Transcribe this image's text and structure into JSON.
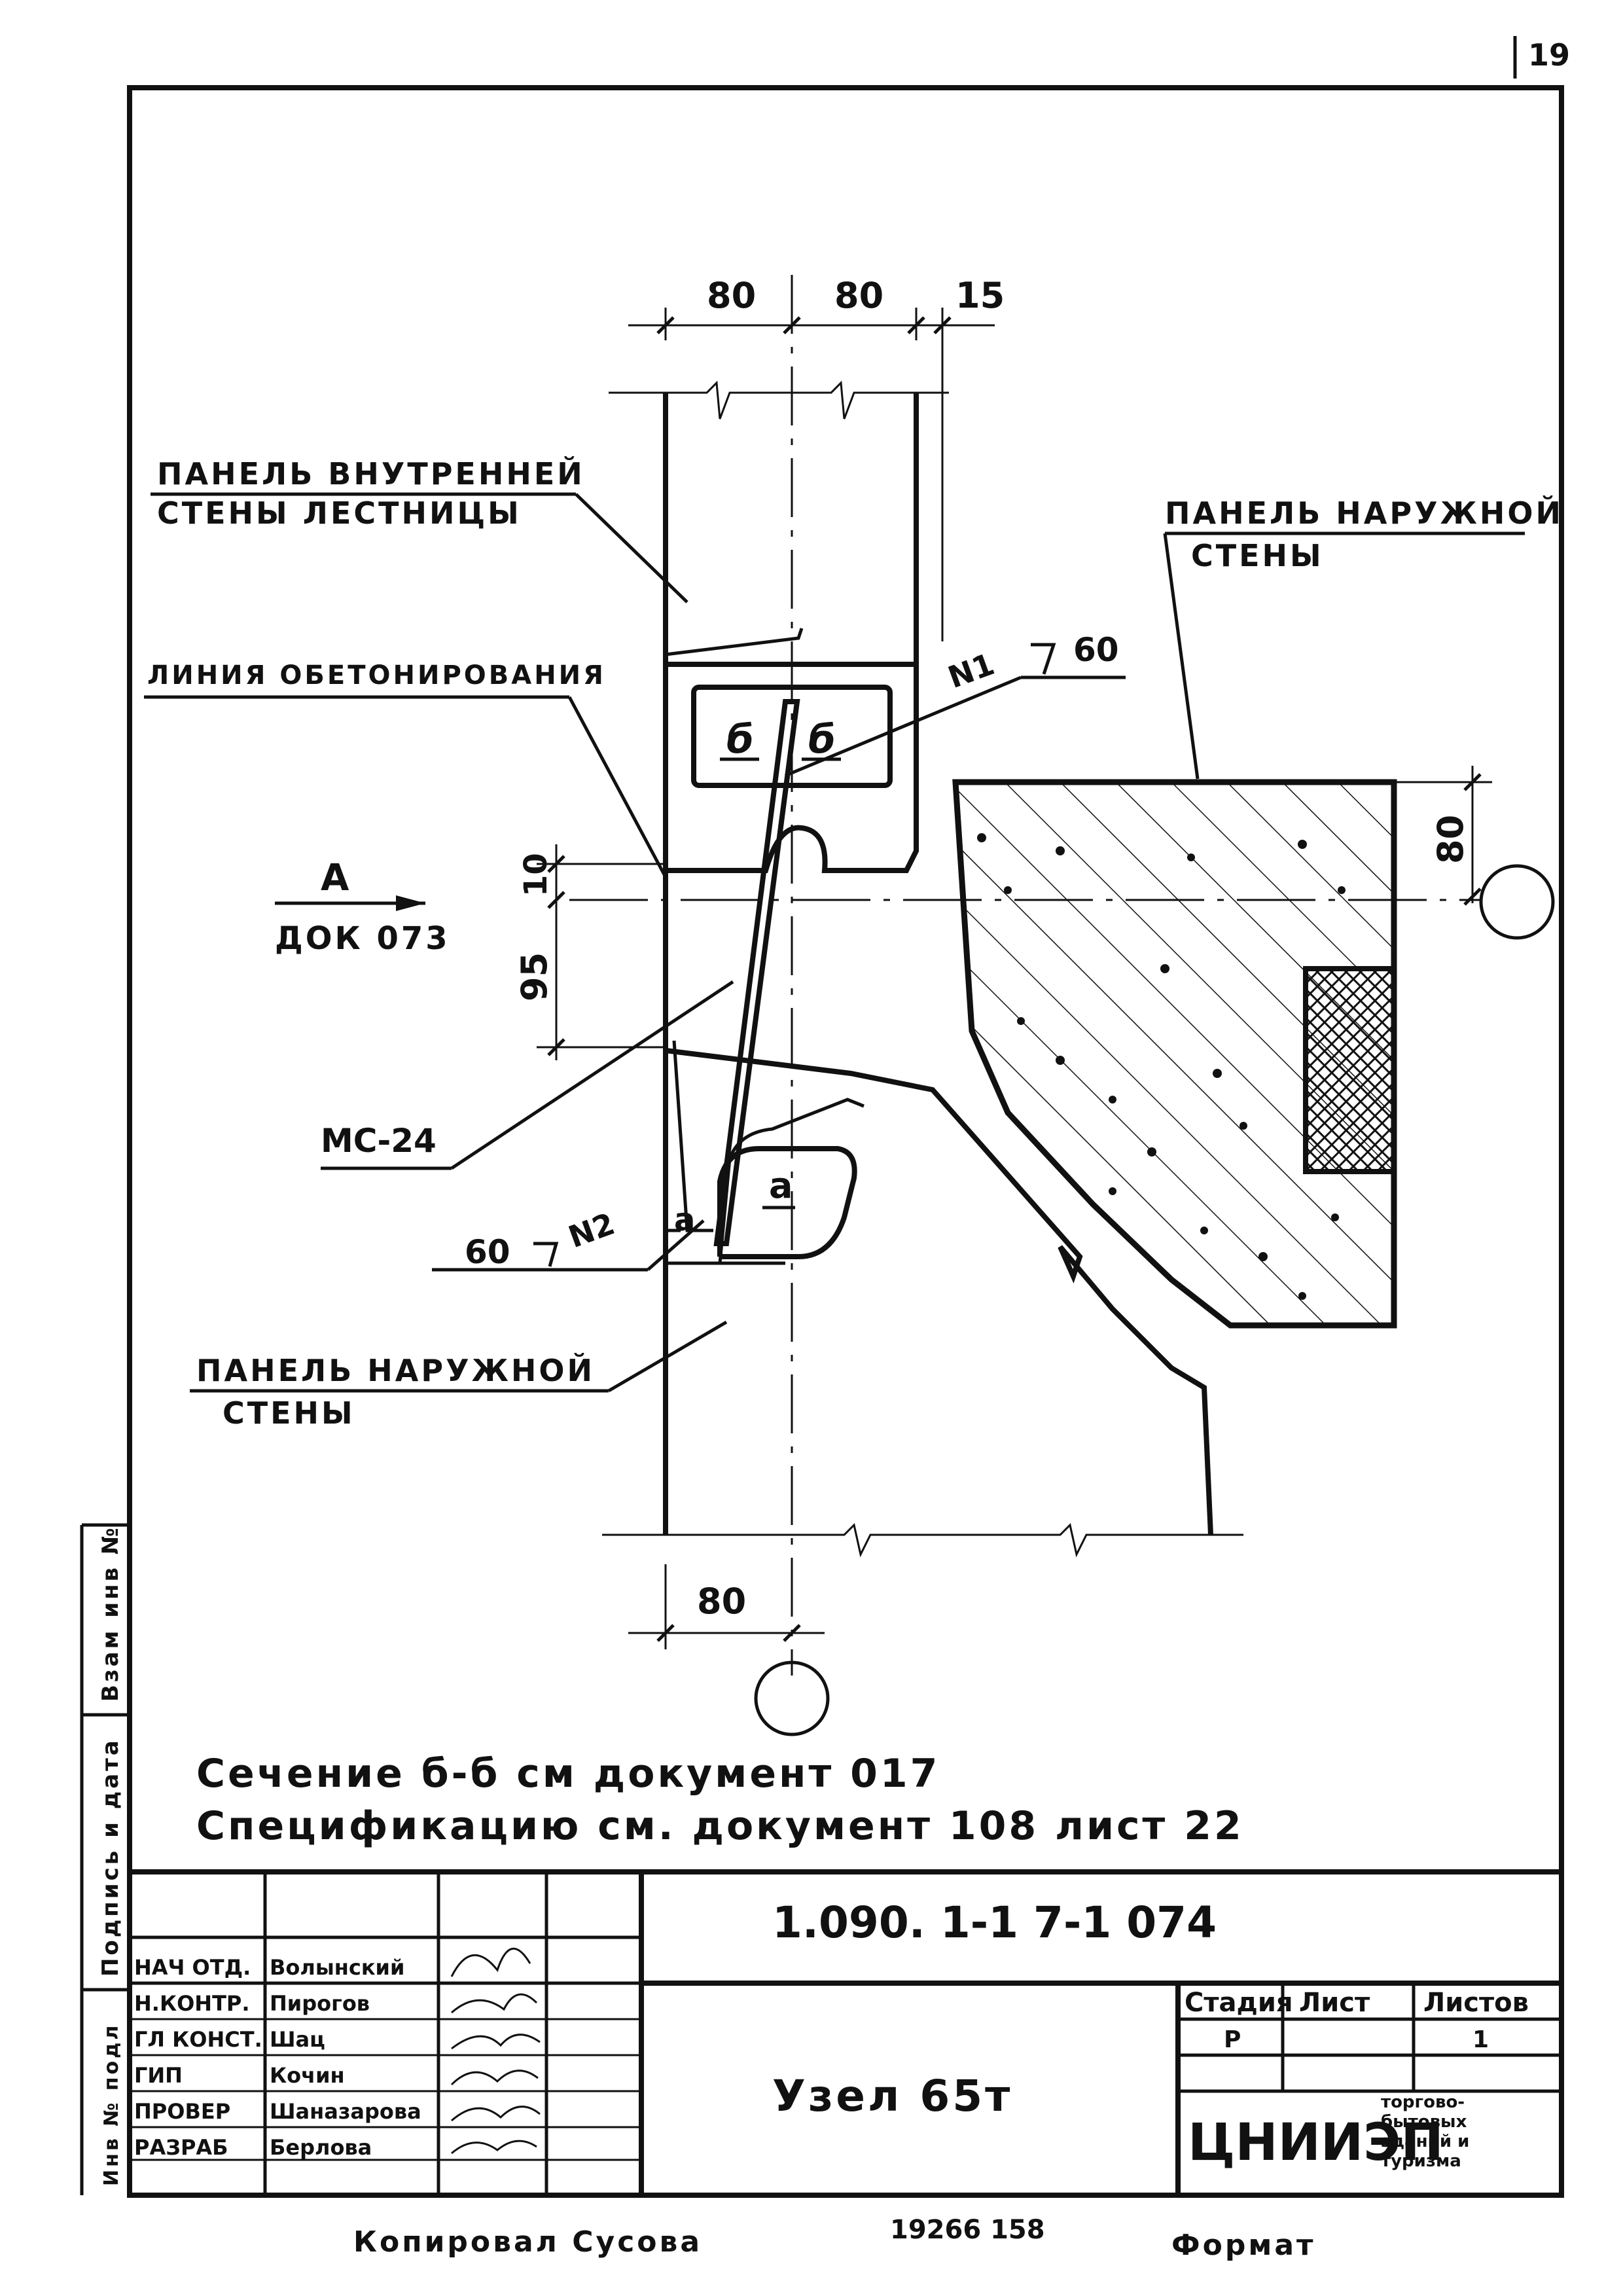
{
  "page_number": "19",
  "dimensions": {
    "top_left": "80",
    "top_mid": "80",
    "top_right": "15",
    "left_upper": "10",
    "left_lower": "95",
    "right": "80",
    "bottom": "80"
  },
  "labels": {
    "inner_wall_line1": "ПАНЕЛЬ ВНУТРЕННЕЙ",
    "inner_wall_line2": "СТЕНЫ ЛЕСТНИЦЫ",
    "outer_wall_top_line1": "ПАНЕЛЬ НАРУЖНОЙ",
    "outer_wall_top_line2": "СТЕНЫ",
    "concrete_line": "ЛИНИЯ ОБЕТОНИРОВАНИЯ",
    "view_letter": "А",
    "view_doc": "ДОК 073",
    "angle_n1": "N1",
    "angle_60_top": "60",
    "weld": "МС-24",
    "angle_bottom": "60",
    "angle_n2": "N2",
    "outer_wall_bottom_line1": "ПАНЕЛЬ НАРУЖНОЙ",
    "outer_wall_bottom_line2": "СТЕНЫ",
    "section_mark": "б",
    "section_mark2": "б",
    "node_mark_a": "а",
    "node_mark_a2": "а"
  },
  "notes": {
    "line1": "Сечение б-б см документ 017",
    "line2": "Спецификацию см. документ 108 лист 22"
  },
  "title_block": {
    "doc_code": "1.090. 1-1   7-1   074",
    "title": "Узел 65т",
    "stage_header": "Стадия",
    "sheet_header": "Лист",
    "sheets_header": "Листов",
    "stage_value": "Р",
    "sheets_value": "1",
    "org": "ЦНИИЭП",
    "org_desc_lines": [
      "торгово-",
      "бытовых",
      "зданий и",
      "туризма"
    ],
    "roles": [
      {
        "role": "НАЧ ОТД.",
        "name": "Волынский"
      },
      {
        "role": "Н.КОНТР.",
        "name": "Пирогов"
      },
      {
        "role": "ГЛ КОНСТ.",
        "name": "Шац"
      },
      {
        "role": "ГИП",
        "name": "Кочин"
      },
      {
        "role": "ПРОВЕР",
        "name": "Шаназарова"
      },
      {
        "role": "РАЗРАБ",
        "name": "Берлова"
      }
    ]
  },
  "side_strip": {
    "inv_no": "Инв № подл",
    "sign_date": "Подпись и дата",
    "replace": "Взам инв №"
  },
  "footer": {
    "copied": "Копировал Сусова",
    "order": "19266   158",
    "format": "Формат"
  }
}
